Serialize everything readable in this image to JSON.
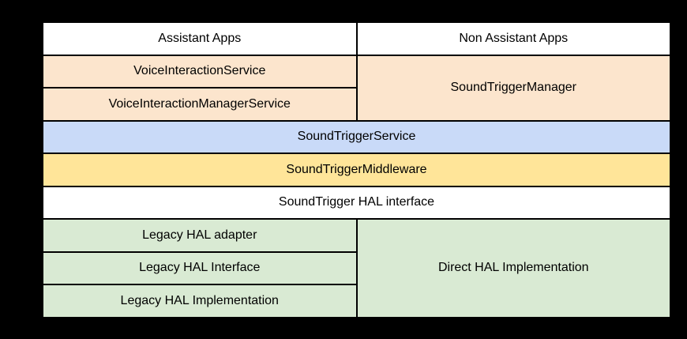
{
  "colors": {
    "background": "#000000",
    "border": "#000000",
    "text": "#000000",
    "white_block": "#ffffff",
    "orange_block": "#fce5cd",
    "blue_block": "#c9daf8",
    "yellow_block": "#ffe599",
    "green_block": "#d9ead3"
  },
  "diagram": {
    "blocks": {
      "assistant_apps": "Assistant Apps",
      "non_assistant_apps": "Non Assistant Apps",
      "voice_interaction_service": "VoiceInteractionService",
      "voice_interaction_manager_service": "VoiceInteractionManagerService",
      "sound_trigger_manager": "SoundTriggerManager",
      "sound_trigger_service": "SoundTriggerService",
      "sound_trigger_middleware": "SoundTriggerMiddleware",
      "sound_trigger_hal_interface": "SoundTrigger HAL interface",
      "legacy_hal_adapter": "Legacy HAL adapter",
      "legacy_hal_interface": "Legacy HAL Interface",
      "legacy_hal_implementation": "Legacy HAL Implementation",
      "direct_hal_implementation": "Direct HAL Implementation"
    }
  }
}
